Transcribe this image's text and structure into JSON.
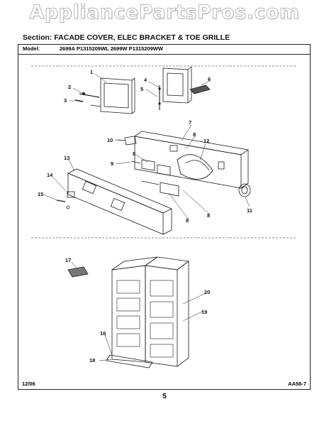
{
  "watermark": "AppliancePartsPros.com",
  "section_title": "Section: FACADE COVER, ELEC BRACKET & TOE GRILLE",
  "model_label": "Model:",
  "model_numbers": "2699A P1315209WL 2699W P1315209WW",
  "date_code": "12/06",
  "drawing_code": "AA58-7",
  "page_number": "5",
  "callouts": [
    "1",
    "2",
    "3",
    "4",
    "5",
    "6",
    "7",
    "8",
    "8",
    "8",
    "8",
    "9",
    "10",
    "11",
    "12",
    "13",
    "14",
    "15",
    "16",
    "17",
    "18",
    "19",
    "20"
  ]
}
